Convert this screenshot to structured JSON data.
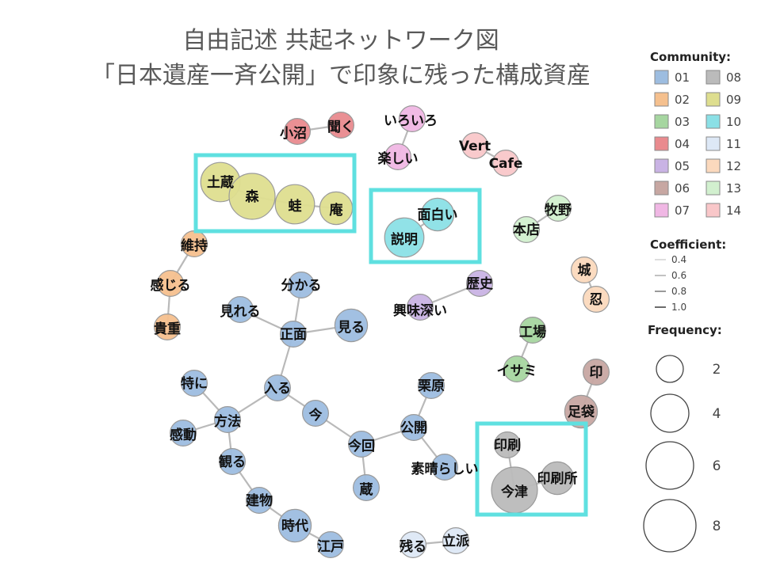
{
  "title": {
    "line1": "自由記述 共起ネットワーク図",
    "line2": "「日本遺産一斉公開」で印象に残った構成資産"
  },
  "community_colors": {
    "01": "#9dbde0",
    "02": "#f5c08e",
    "03": "#a6d6a0",
    "04": "#e98a8e",
    "05": "#c9b3e4",
    "06": "#c7a7a2",
    "07": "#f0b7e4",
    "08": "#bbbbbb",
    "09": "#dede8f",
    "10": "#8be0e6",
    "11": "#dde8f6",
    "12": "#fbd9bd",
    "13": "#d2f0cf",
    "14": "#f9c7c9"
  },
  "legend": {
    "community_title": "Community:",
    "communities": [
      "01",
      "02",
      "03",
      "04",
      "05",
      "06",
      "07",
      "08",
      "09",
      "10",
      "11",
      "12",
      "13",
      "14"
    ],
    "coefficient_title": "Coefficient:",
    "coefficients": [
      "0.4",
      "0.6",
      "0.8",
      "1.0"
    ],
    "frequency_title": "Frequency:",
    "frequencies": [
      "2",
      "4",
      "6",
      "8"
    ]
  },
  "network": {
    "nodes": [
      {
        "id": "土蔵",
        "label": "土蔵",
        "community": "09",
        "frequency": 4
      },
      {
        "id": "森",
        "label": "森",
        "community": "09",
        "frequency": 5
      },
      {
        "id": "蛙",
        "label": "蛙",
        "community": "09",
        "frequency": 4
      },
      {
        "id": "庵",
        "label": "庵",
        "community": "09",
        "frequency": 3
      },
      {
        "id": "小沼",
        "label": "小沼",
        "community": "04",
        "frequency": 2
      },
      {
        "id": "聞く",
        "label": "聞く",
        "community": "04",
        "frequency": 2
      },
      {
        "id": "いろいろ",
        "label": "いろいろ",
        "community": "07",
        "frequency": 2
      },
      {
        "id": "楽しい",
        "label": "楽しい",
        "community": "07",
        "frequency": 2
      },
      {
        "id": "Vert",
        "label": "Vert",
        "community": "14",
        "frequency": 2
      },
      {
        "id": "Cafe",
        "label": "Cafe",
        "community": "14",
        "frequency": 2
      },
      {
        "id": "面白い",
        "label": "面白い",
        "community": "10",
        "frequency": 3
      },
      {
        "id": "説明",
        "label": "説明",
        "community": "10",
        "frequency": 4
      },
      {
        "id": "牧野",
        "label": "牧野",
        "community": "13",
        "frequency": 2
      },
      {
        "id": "本店",
        "label": "本店",
        "community": "13",
        "frequency": 2
      },
      {
        "id": "維持",
        "label": "維持",
        "community": "02",
        "frequency": 2
      },
      {
        "id": "感じる",
        "label": "感じる",
        "community": "02",
        "frequency": 2
      },
      {
        "id": "貴重",
        "label": "貴重",
        "community": "02",
        "frequency": 2
      },
      {
        "id": "城",
        "label": "城",
        "community": "12",
        "frequency": 2
      },
      {
        "id": "忍",
        "label": "忍",
        "community": "12",
        "frequency": 2
      },
      {
        "id": "分かる",
        "label": "分かる",
        "community": "01",
        "frequency": 2
      },
      {
        "id": "見れる",
        "label": "見れる",
        "community": "01",
        "frequency": 2
      },
      {
        "id": "正面",
        "label": "正面",
        "community": "01",
        "frequency": 2
      },
      {
        "id": "見る",
        "label": "見る",
        "community": "01",
        "frequency": 3
      },
      {
        "id": "歴史",
        "label": "歴史",
        "community": "05",
        "frequency": 2
      },
      {
        "id": "興味深い",
        "label": "興味深い",
        "community": "05",
        "frequency": 2
      },
      {
        "id": "工場",
        "label": "工場",
        "community": "03",
        "frequency": 2
      },
      {
        "id": "イサミ",
        "label": "イサミ",
        "community": "03",
        "frequency": 2
      },
      {
        "id": "印",
        "label": "印",
        "community": "06",
        "frequency": 2
      },
      {
        "id": "足袋",
        "label": "足袋",
        "community": "06",
        "frequency": 3
      },
      {
        "id": "特に",
        "label": "特に",
        "community": "01",
        "frequency": 2
      },
      {
        "id": "入る",
        "label": "入る",
        "community": "01",
        "frequency": 2
      },
      {
        "id": "方法",
        "label": "方法",
        "community": "01",
        "frequency": 2
      },
      {
        "id": "感動",
        "label": "感動",
        "community": "01",
        "frequency": 2
      },
      {
        "id": "今",
        "label": "今",
        "community": "01",
        "frequency": 2
      },
      {
        "id": "栗原",
        "label": "栗原",
        "community": "01",
        "frequency": 2
      },
      {
        "id": "公開",
        "label": "公開",
        "community": "01",
        "frequency": 2
      },
      {
        "id": "今回",
        "label": "今回",
        "community": "01",
        "frequency": 2
      },
      {
        "id": "素晴らしい",
        "label": "素晴らしい",
        "community": "01",
        "frequency": 2
      },
      {
        "id": "観る",
        "label": "観る",
        "community": "01",
        "frequency": 2
      },
      {
        "id": "蔵",
        "label": "蔵",
        "community": "01",
        "frequency": 2
      },
      {
        "id": "建物",
        "label": "建物",
        "community": "01",
        "frequency": 2
      },
      {
        "id": "時代",
        "label": "時代",
        "community": "01",
        "frequency": 3
      },
      {
        "id": "江戸",
        "label": "江戸",
        "community": "01",
        "frequency": 2
      },
      {
        "id": "印刷",
        "label": "印刷",
        "community": "08",
        "frequency": 2
      },
      {
        "id": "今津",
        "label": "今津",
        "community": "08",
        "frequency": 5
      },
      {
        "id": "印刷所",
        "label": "印刷所",
        "community": "08",
        "frequency": 3
      },
      {
        "id": "残る",
        "label": "残る",
        "community": "11",
        "frequency": 2
      },
      {
        "id": "立派",
        "label": "立派",
        "community": "11",
        "frequency": 2
      }
    ],
    "edges": [
      [
        "土蔵",
        "森"
      ],
      [
        "森",
        "蛙"
      ],
      [
        "蛙",
        "庵"
      ],
      [
        "小沼",
        "聞く"
      ],
      [
        "いろいろ",
        "楽しい"
      ],
      [
        "Vert",
        "Cafe"
      ],
      [
        "面白い",
        "説明"
      ],
      [
        "牧野",
        "本店"
      ],
      [
        "維持",
        "感じる"
      ],
      [
        "感じる",
        "貴重"
      ],
      [
        "城",
        "忍"
      ],
      [
        "分かる",
        "正面"
      ],
      [
        "見れる",
        "正面"
      ],
      [
        "正面",
        "見る"
      ],
      [
        "正面",
        "入る"
      ],
      [
        "歴史",
        "興味深い"
      ],
      [
        "工場",
        "イサミ"
      ],
      [
        "印",
        "足袋"
      ],
      [
        "特に",
        "方法"
      ],
      [
        "入る",
        "方法"
      ],
      [
        "入る",
        "今"
      ],
      [
        "方法",
        "感動"
      ],
      [
        "方法",
        "観る"
      ],
      [
        "今",
        "今回"
      ],
      [
        "今回",
        "公開"
      ],
      [
        "今回",
        "蔵"
      ],
      [
        "公開",
        "栗原"
      ],
      [
        "公開",
        "素晴らしい"
      ],
      [
        "観る",
        "建物"
      ],
      [
        "建物",
        "時代"
      ],
      [
        "時代",
        "江戸"
      ],
      [
        "印刷",
        "今津"
      ],
      [
        "今津",
        "印刷所"
      ],
      [
        "残る",
        "立派"
      ]
    ],
    "highlight_boxes": [
      "box-dozou-group",
      "box-setsumei-group",
      "box-imazu-group"
    ]
  }
}
